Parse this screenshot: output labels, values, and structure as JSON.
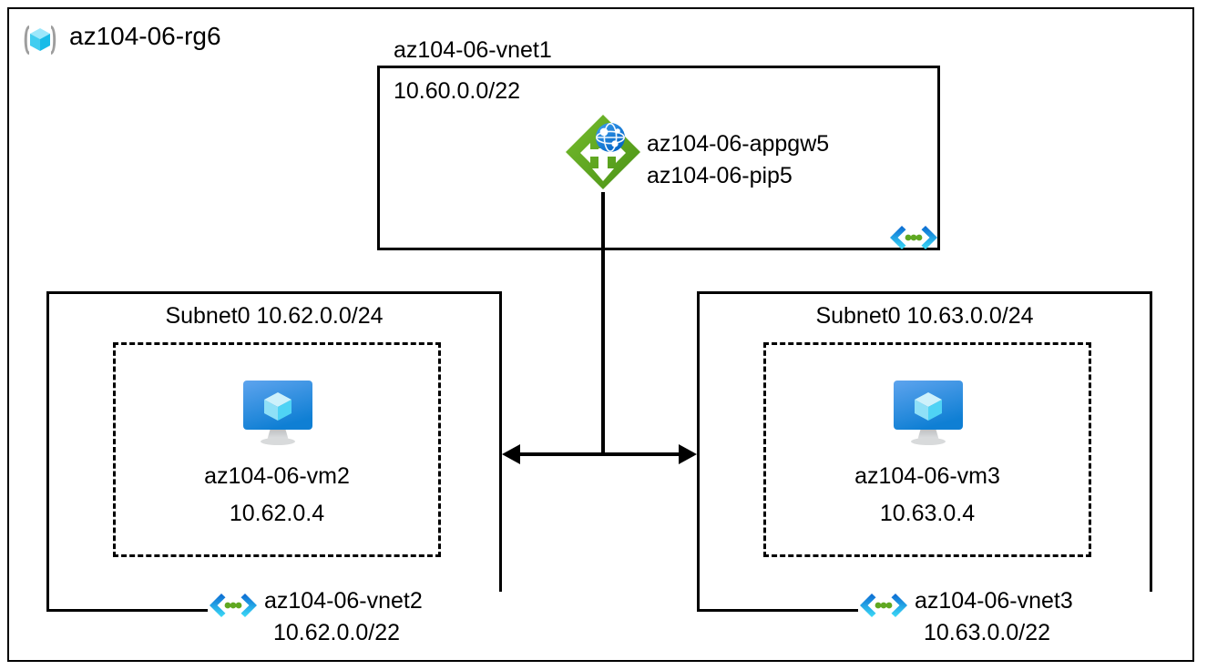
{
  "diagram": {
    "type": "azure-network-topology",
    "resource_group": {
      "name": "az104-06-rg6",
      "icon": "resource-group-icon"
    },
    "vnet1": {
      "name": "az104-06-vnet1",
      "address_space": "10.60.0.0/22",
      "vnet_icon": "virtual-network-icon",
      "appgw": {
        "icon": "application-gateway-icon",
        "name": "az104-06-appgw5",
        "public_ip": "az104-06-pip5"
      }
    },
    "vnet2": {
      "name": "az104-06-vnet2",
      "address_space": "10.62.0.0/22",
      "vnet_icon": "virtual-network-icon",
      "subnet_label": "Subnet0 10.62.0.0/24",
      "vm": {
        "icon": "virtual-machine-icon",
        "name": "az104-06-vm2",
        "private_ip": "10.62.0.4"
      }
    },
    "vnet3": {
      "name": "az104-06-vnet3",
      "address_space": "10.63.0.0/22",
      "vnet_icon": "virtual-network-icon",
      "subnet_label": "Subnet0 10.63.0.0/24",
      "vm": {
        "icon": "virtual-machine-icon",
        "name": "az104-06-vm3",
        "private_ip": "10.63.0.4"
      }
    },
    "connections": {
      "peering_arrow": "bidirectional-peering-arrow",
      "gateway_link": "appgw-backend-link"
    },
    "colors": {
      "appgw_green": "#59a321",
      "globe_blue": "#0078d4",
      "vm_screen_blue": "#1b8ae5",
      "vnet_chevron_blue": "#0a68d1",
      "vnet_chevron_cyan": "#32d0f0",
      "vnet_dot_green": "#5fa821",
      "rg_cube_cyan": "#5bd8f5",
      "rg_bracket_gray": "#9e9e9e",
      "line_black": "#000000"
    }
  }
}
